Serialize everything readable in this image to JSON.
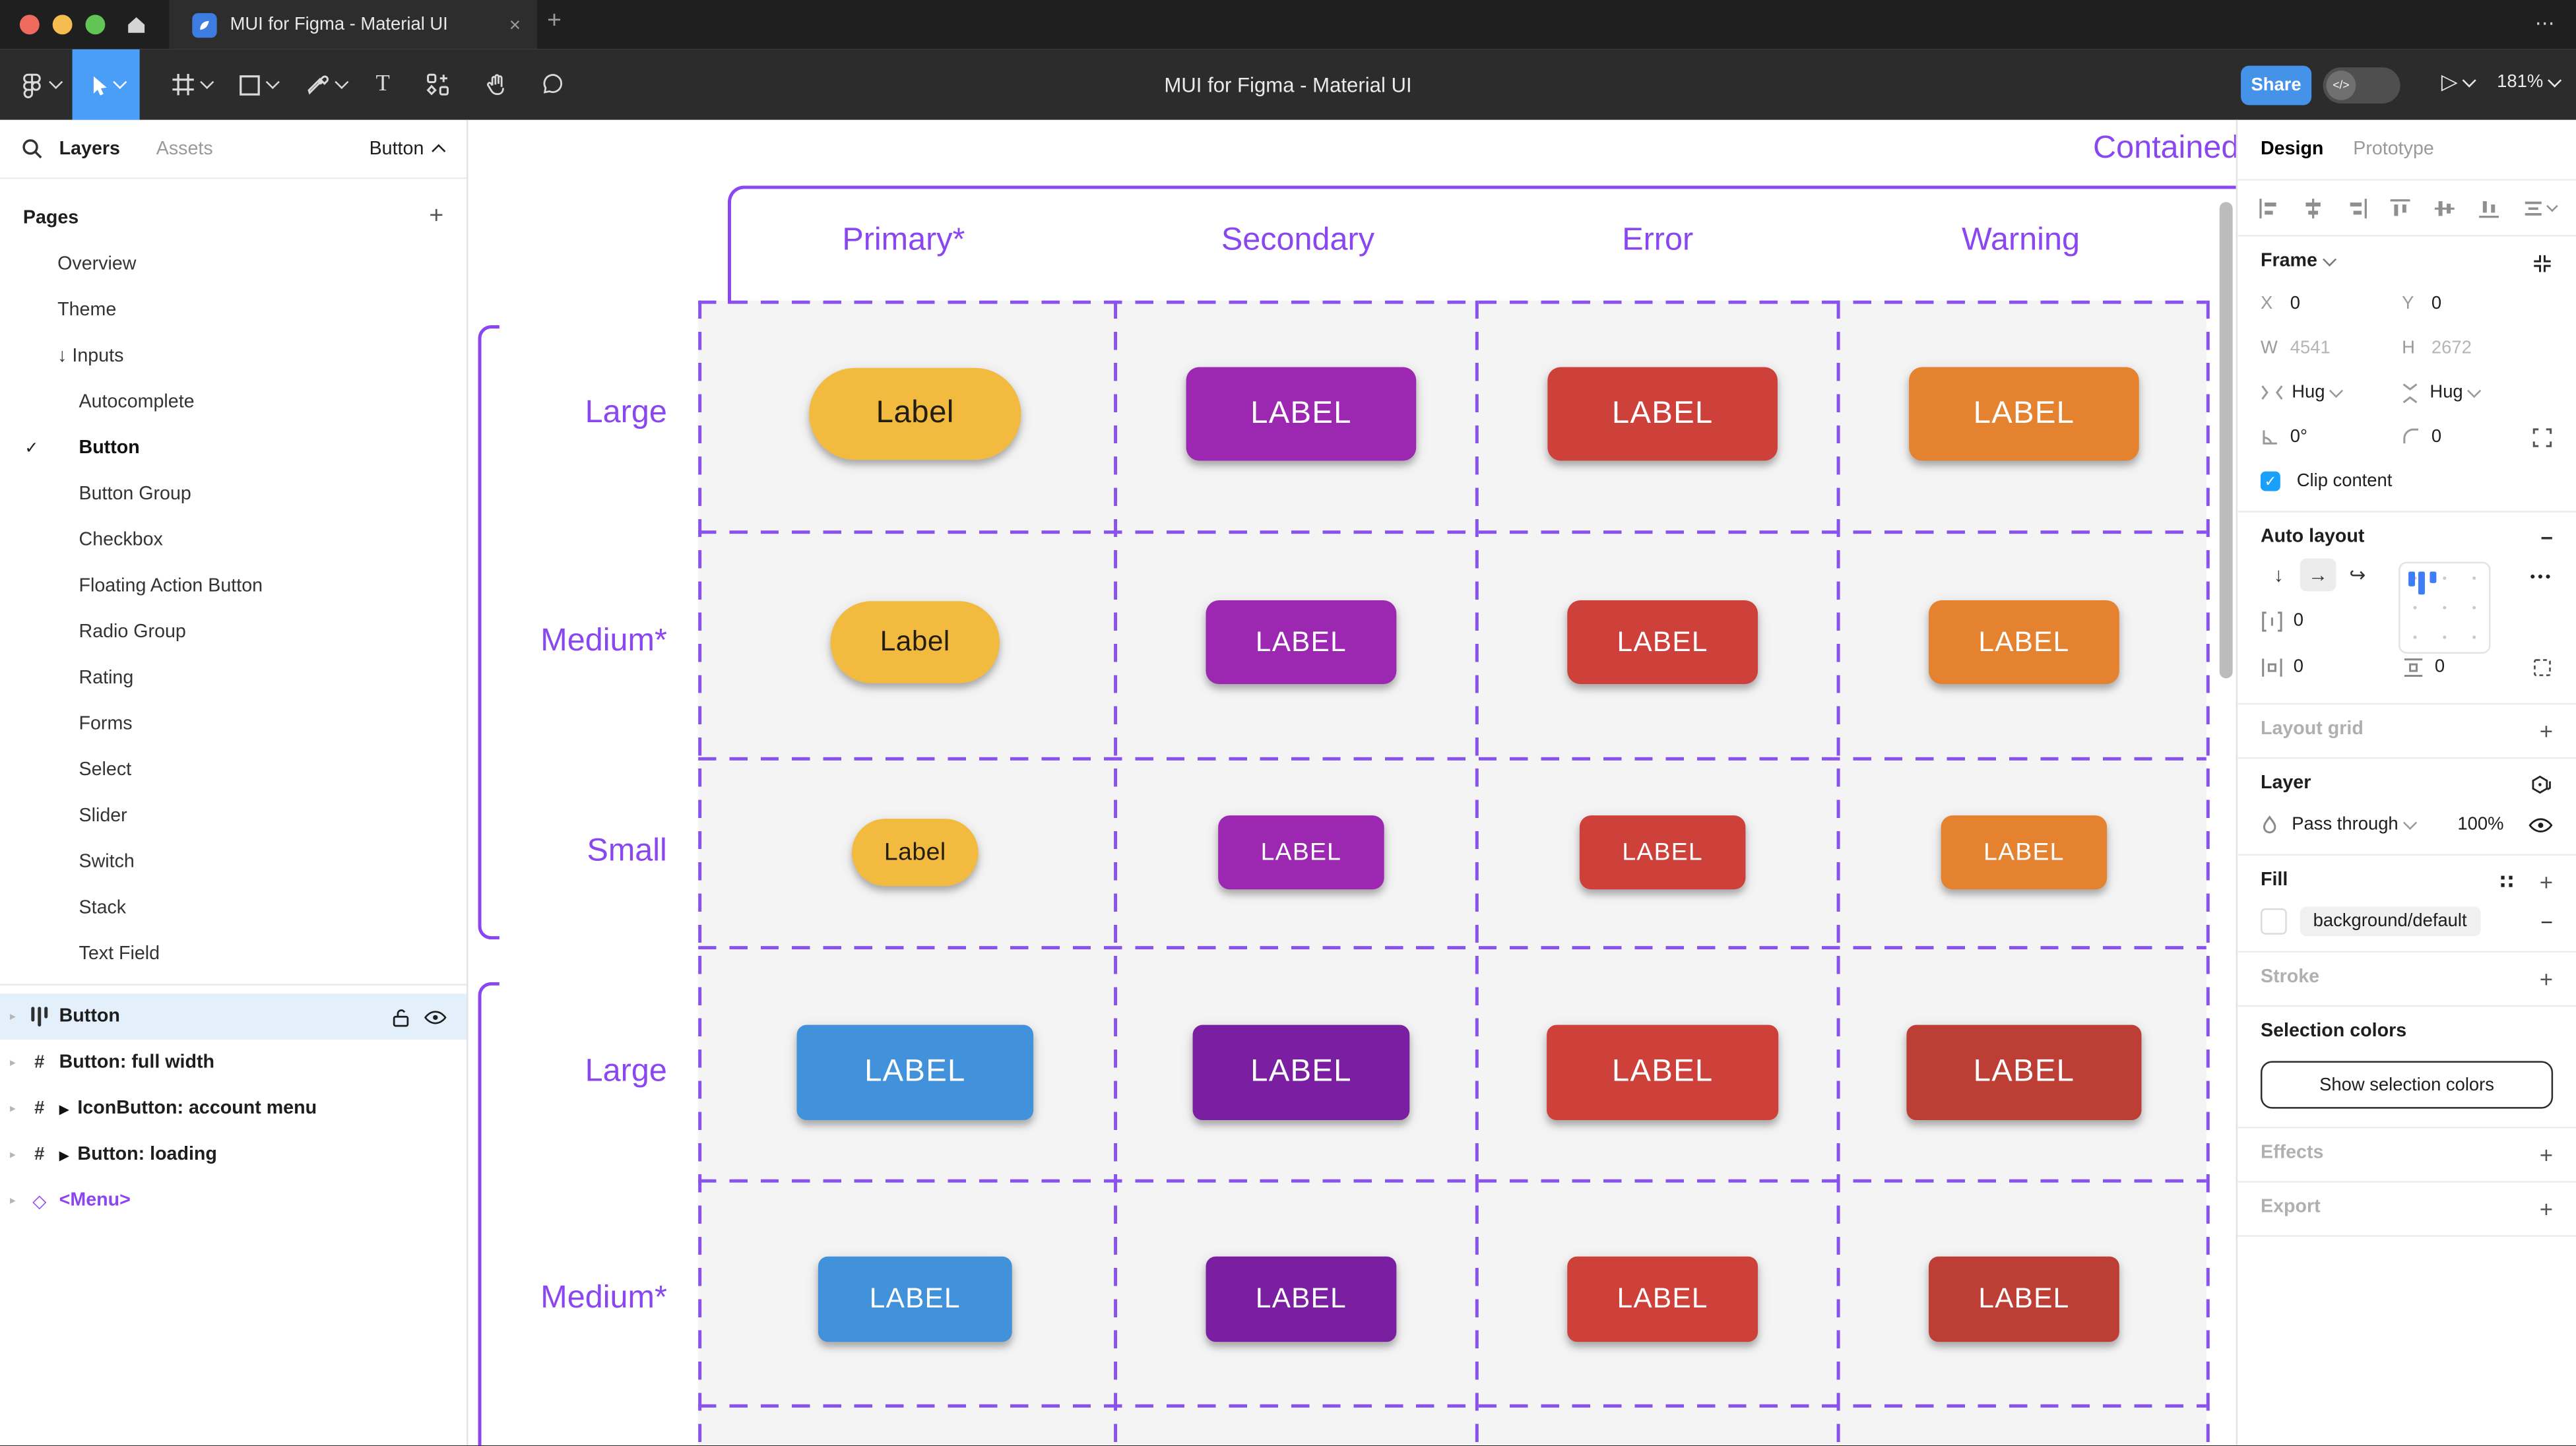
{
  "window": {
    "tab_title": "MUI for Figma - Material UI",
    "close_glyph": "×",
    "new_tab_glyph": "+",
    "overflow_glyph": "⋯"
  },
  "toolbar": {
    "document_title": "MUI for Figma - Material UI",
    "share_label": "Share",
    "dev_toggle_glyph": "</>",
    "present_glyph": "▷",
    "zoom_level": "181%"
  },
  "sidebar": {
    "tab_layers": "Layers",
    "tab_assets": "Assets",
    "breadcrumb": "Button",
    "pages_header": "Pages",
    "add_glyph": "+",
    "pages": [
      {
        "label": "Overview",
        "level": 1
      },
      {
        "label": "Theme",
        "level": 1
      },
      {
        "label": "Inputs",
        "level": 1,
        "arrow": "↓"
      },
      {
        "label": "Autocomplete",
        "level": 2
      },
      {
        "label": "Button",
        "level": 2,
        "checked": true,
        "bold": true
      },
      {
        "label": "Button Group",
        "level": 2
      },
      {
        "label": "Checkbox",
        "level": 2
      },
      {
        "label": "Floating Action Button",
        "level": 2
      },
      {
        "label": "Radio Group",
        "level": 2
      },
      {
        "label": "Rating",
        "level": 2
      },
      {
        "label": "Forms",
        "level": 2
      },
      {
        "label": "Select",
        "level": 2
      },
      {
        "label": "Slider",
        "level": 2
      },
      {
        "label": "Switch",
        "level": 2
      },
      {
        "label": "Stack",
        "level": 2
      },
      {
        "label": "Text Field",
        "level": 2
      }
    ],
    "layers": [
      {
        "label": "Button",
        "icon": "auto-layout",
        "selected": true
      },
      {
        "label": "Button: full width",
        "icon": "frame"
      },
      {
        "label": "IconButton: account menu",
        "icon": "frame",
        "instance": true
      },
      {
        "label": "Button: loading",
        "icon": "frame",
        "instance": true
      },
      {
        "label": "<Menu>",
        "icon": "component",
        "purple": true
      }
    ]
  },
  "canvas": {
    "frame_title": "Contained",
    "accent_color": "#8a46f0",
    "columns": [
      "Primary*",
      "Secondary",
      "Error",
      "Warning"
    ],
    "row_labels": [
      "Large",
      "Medium*",
      "Small",
      "Large",
      "Medium*"
    ],
    "grid": {
      "rows": [
        {
          "label": "Large",
          "cells": [
            {
              "label": "Label",
              "bg": "#f2bb40",
              "fg": "#241d12",
              "w": 129,
              "h": 56,
              "fs": 19,
              "pill": true
            },
            {
              "label": "LABEL",
              "bg": "#9c27b0",
              "fg": "#ffffff",
              "w": 140,
              "h": 57,
              "fs": 19,
              "r": 8
            },
            {
              "label": "LABEL",
              "bg": "#ce413b",
              "fg": "#ffffff",
              "w": 140,
              "h": 57,
              "fs": 19,
              "r": 8
            },
            {
              "label": "LABEL",
              "bg": "#e5822f",
              "fg": "#ffffff",
              "w": 140,
              "h": 57,
              "fs": 19,
              "r": 8
            }
          ]
        },
        {
          "label": "Medium*",
          "cells": [
            {
              "label": "Label",
              "bg": "#f2bb40",
              "fg": "#241d12",
              "w": 103,
              "h": 50,
              "fs": 17,
              "pill": true
            },
            {
              "label": "LABEL",
              "bg": "#9c27b0",
              "fg": "#ffffff",
              "w": 116,
              "h": 51,
              "fs": 17,
              "r": 8
            },
            {
              "label": "LABEL",
              "bg": "#ce413b",
              "fg": "#ffffff",
              "w": 116,
              "h": 51,
              "fs": 17,
              "r": 8
            },
            {
              "label": "LABEL",
              "bg": "#e5822f",
              "fg": "#ffffff",
              "w": 116,
              "h": 51,
              "fs": 17,
              "r": 8
            }
          ]
        },
        {
          "label": "Small",
          "cells": [
            {
              "label": "Label",
              "bg": "#f2bb40",
              "fg": "#241d12",
              "w": 77,
              "h": 41,
              "fs": 15,
              "pill": true
            },
            {
              "label": "LABEL",
              "bg": "#9c27b0",
              "fg": "#ffffff",
              "w": 101,
              "h": 45,
              "fs": 15,
              "r": 7
            },
            {
              "label": "LABEL",
              "bg": "#ce413b",
              "fg": "#ffffff",
              "w": 101,
              "h": 45,
              "fs": 15,
              "r": 7
            },
            {
              "label": "LABEL",
              "bg": "#e5822f",
              "fg": "#ffffff",
              "w": 101,
              "h": 45,
              "fs": 15,
              "r": 7
            }
          ]
        },
        {
          "label": "Large",
          "cells": [
            {
              "label": "LABEL",
              "bg": "#4191db",
              "fg": "#ffffff",
              "w": 144,
              "h": 58,
              "fs": 19,
              "r": 6
            },
            {
              "label": "LABEL",
              "bg": "#7b1fa2",
              "fg": "#ffffff",
              "w": 132,
              "h": 58,
              "fs": 19,
              "r": 6
            },
            {
              "label": "LABEL",
              "bg": "#ce413b",
              "fg": "#ffffff",
              "w": 141,
              "h": 58,
              "fs": 19,
              "r": 6
            },
            {
              "label": "LABEL",
              "bg": "#bd3e35",
              "fg": "#ffffff",
              "w": 143,
              "h": 58,
              "fs": 19,
              "r": 6
            }
          ]
        },
        {
          "label": "Medium*",
          "cells": [
            {
              "label": "LABEL",
              "bg": "#4191db",
              "fg": "#ffffff",
              "w": 118,
              "h": 52,
              "fs": 17,
              "r": 6
            },
            {
              "label": "LABEL",
              "bg": "#7b1fa2",
              "fg": "#ffffff",
              "w": 116,
              "h": 52,
              "fs": 17,
              "r": 6
            },
            {
              "label": "LABEL",
              "bg": "#ce413b",
              "fg": "#ffffff",
              "w": 116,
              "h": 52,
              "fs": 17,
              "r": 6
            },
            {
              "label": "LABEL",
              "bg": "#bd3e35",
              "fg": "#ffffff",
              "w": 116,
              "h": 52,
              "fs": 17,
              "r": 6
            }
          ]
        }
      ]
    }
  },
  "inspector": {
    "tab_design": "Design",
    "tab_prototype": "Prototype",
    "frame": {
      "title": "Frame",
      "x_label": "X",
      "x": "0",
      "y_label": "Y",
      "y": "0",
      "w_label": "W",
      "w": "4541",
      "h_label": "H",
      "h": "2672",
      "h_sizing": "Hug",
      "v_sizing": "Hug",
      "rotation": "0°",
      "radius": "0",
      "clip_label": "Clip content",
      "clip_checked": "✓"
    },
    "auto_layout": {
      "title": "Auto layout",
      "remove_glyph": "−",
      "dir_down": "↓",
      "dir_right": "→",
      "gap": "0",
      "padding_h": "0",
      "padding_v": "0",
      "more_glyph": "•••"
    },
    "layout_grid": {
      "title": "Layout grid",
      "add_glyph": "+"
    },
    "layer": {
      "title": "Layer",
      "blend_mode": "Pass through",
      "opacity": "100%"
    },
    "fill": {
      "title": "Fill",
      "styles_glyph": "∷",
      "add_glyph": "+",
      "token": "background/default",
      "remove_glyph": "−"
    },
    "stroke": {
      "title": "Stroke",
      "add_glyph": "+"
    },
    "selection_colors": {
      "title": "Selection colors",
      "button_label": "Show selection colors"
    },
    "effects": {
      "title": "Effects",
      "add_glyph": "+"
    },
    "export": {
      "title": "Export",
      "add_glyph": "+"
    }
  }
}
